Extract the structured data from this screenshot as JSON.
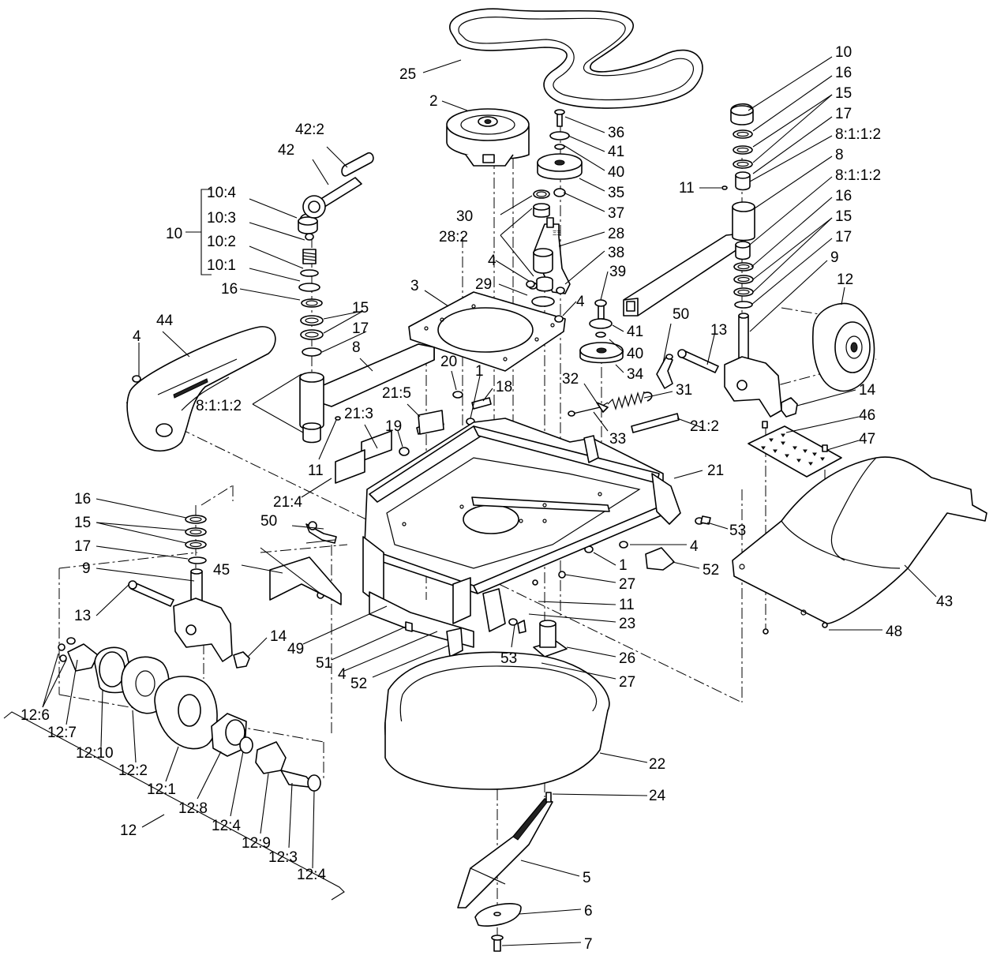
{
  "callouts": [
    {
      "id": "c1",
      "text": "25"
    },
    {
      "id": "c2",
      "text": "2"
    },
    {
      "id": "c3",
      "text": "36"
    },
    {
      "id": "c4",
      "text": "41"
    },
    {
      "id": "c5",
      "text": "40"
    },
    {
      "id": "c6",
      "text": "35"
    },
    {
      "id": "c7",
      "text": "37"
    },
    {
      "id": "c8",
      "text": "30"
    },
    {
      "id": "c9",
      "text": "28:2"
    },
    {
      "id": "c10",
      "text": "28"
    },
    {
      "id": "c11",
      "text": "38"
    },
    {
      "id": "c12",
      "text": "4"
    },
    {
      "id": "c13",
      "text": "29"
    },
    {
      "id": "c14",
      "text": "39"
    },
    {
      "id": "c15",
      "text": "3"
    },
    {
      "id": "c16",
      "text": "4"
    },
    {
      "id": "c17",
      "text": "41"
    },
    {
      "id": "c18",
      "text": "40"
    },
    {
      "id": "c19",
      "text": "34"
    },
    {
      "id": "c20",
      "text": "42:2"
    },
    {
      "id": "c21",
      "text": "42"
    },
    {
      "id": "c22",
      "text": "10:4"
    },
    {
      "id": "c23",
      "text": "10:3"
    },
    {
      "id": "c24",
      "text": "10"
    },
    {
      "id": "c25",
      "text": "10:2"
    },
    {
      "id": "c26",
      "text": "10:1"
    },
    {
      "id": "c27",
      "text": "16"
    },
    {
      "id": "c28",
      "text": "15"
    },
    {
      "id": "c29",
      "text": "17"
    },
    {
      "id": "c30",
      "text": "8"
    },
    {
      "id": "c31",
      "text": "44"
    },
    {
      "id": "c32",
      "text": "4"
    },
    {
      "id": "c33",
      "text": "8:1:1:2"
    },
    {
      "id": "c34",
      "text": "11"
    },
    {
      "id": "c35",
      "text": "21:3"
    },
    {
      "id": "c36",
      "text": "21:4"
    },
    {
      "id": "c37",
      "text": "20"
    },
    {
      "id": "c38",
      "text": "1"
    },
    {
      "id": "c39",
      "text": "18"
    },
    {
      "id": "c40",
      "text": "21:5"
    },
    {
      "id": "c41",
      "text": "19"
    },
    {
      "id": "c42",
      "text": "50"
    },
    {
      "id": "c43",
      "text": "32"
    },
    {
      "id": "c44",
      "text": "31"
    },
    {
      "id": "c45",
      "text": "33"
    },
    {
      "id": "c46",
      "text": "21:2"
    },
    {
      "id": "c47",
      "text": "21"
    },
    {
      "id": "c48",
      "text": "53"
    },
    {
      "id": "c49",
      "text": "4"
    },
    {
      "id": "c50",
      "text": "52"
    },
    {
      "id": "c51",
      "text": "1"
    },
    {
      "id": "c52",
      "text": "27"
    },
    {
      "id": "c53",
      "text": "11"
    },
    {
      "id": "c54",
      "text": "23"
    },
    {
      "id": "c55",
      "text": "26"
    },
    {
      "id": "c56",
      "text": "27"
    },
    {
      "id": "c57",
      "text": "53"
    },
    {
      "id": "c58",
      "text": "49"
    },
    {
      "id": "c59",
      "text": "51"
    },
    {
      "id": "c60",
      "text": "4"
    },
    {
      "id": "c61",
      "text": "52"
    },
    {
      "id": "c62",
      "text": "22"
    },
    {
      "id": "c63",
      "text": "24"
    },
    {
      "id": "c64",
      "text": "5"
    },
    {
      "id": "c65",
      "text": "6"
    },
    {
      "id": "c66",
      "text": "7"
    },
    {
      "id": "c67",
      "text": "10"
    },
    {
      "id": "c68",
      "text": "16"
    },
    {
      "id": "c69",
      "text": "15"
    },
    {
      "id": "c70",
      "text": "17"
    },
    {
      "id": "c71",
      "text": "8:1:1:2"
    },
    {
      "id": "c72",
      "text": "8"
    },
    {
      "id": "c73",
      "text": "8:1:1:2"
    },
    {
      "id": "c74",
      "text": "11"
    },
    {
      "id": "c75",
      "text": "16"
    },
    {
      "id": "c76",
      "text": "15"
    },
    {
      "id": "c77",
      "text": "17"
    },
    {
      "id": "c78",
      "text": "9"
    },
    {
      "id": "c79",
      "text": "12"
    },
    {
      "id": "c80",
      "text": "50"
    },
    {
      "id": "c81",
      "text": "13"
    },
    {
      "id": "c82",
      "text": "14"
    },
    {
      "id": "c83",
      "text": "46"
    },
    {
      "id": "c84",
      "text": "47"
    },
    {
      "id": "c85",
      "text": "43"
    },
    {
      "id": "c86",
      "text": "48"
    },
    {
      "id": "c87",
      "text": "16"
    },
    {
      "id": "c88",
      "text": "15"
    },
    {
      "id": "c89",
      "text": "17"
    },
    {
      "id": "c90",
      "text": "9"
    },
    {
      "id": "c91",
      "text": "45"
    },
    {
      "id": "c92",
      "text": "13"
    },
    {
      "id": "c93",
      "text": "14"
    },
    {
      "id": "c94",
      "text": "12:6"
    },
    {
      "id": "c95",
      "text": "12:7"
    },
    {
      "id": "c96",
      "text": "12:10"
    },
    {
      "id": "c97",
      "text": "12:2"
    },
    {
      "id": "c98",
      "text": "12:1"
    },
    {
      "id": "c99",
      "text": "12:8"
    },
    {
      "id": "c100",
      "text": "12:4"
    },
    {
      "id": "c101",
      "text": "12:9"
    },
    {
      "id": "c102",
      "text": "12:3"
    },
    {
      "id": "c103",
      "text": "12:4"
    },
    {
      "id": "c104",
      "text": "12"
    }
  ]
}
